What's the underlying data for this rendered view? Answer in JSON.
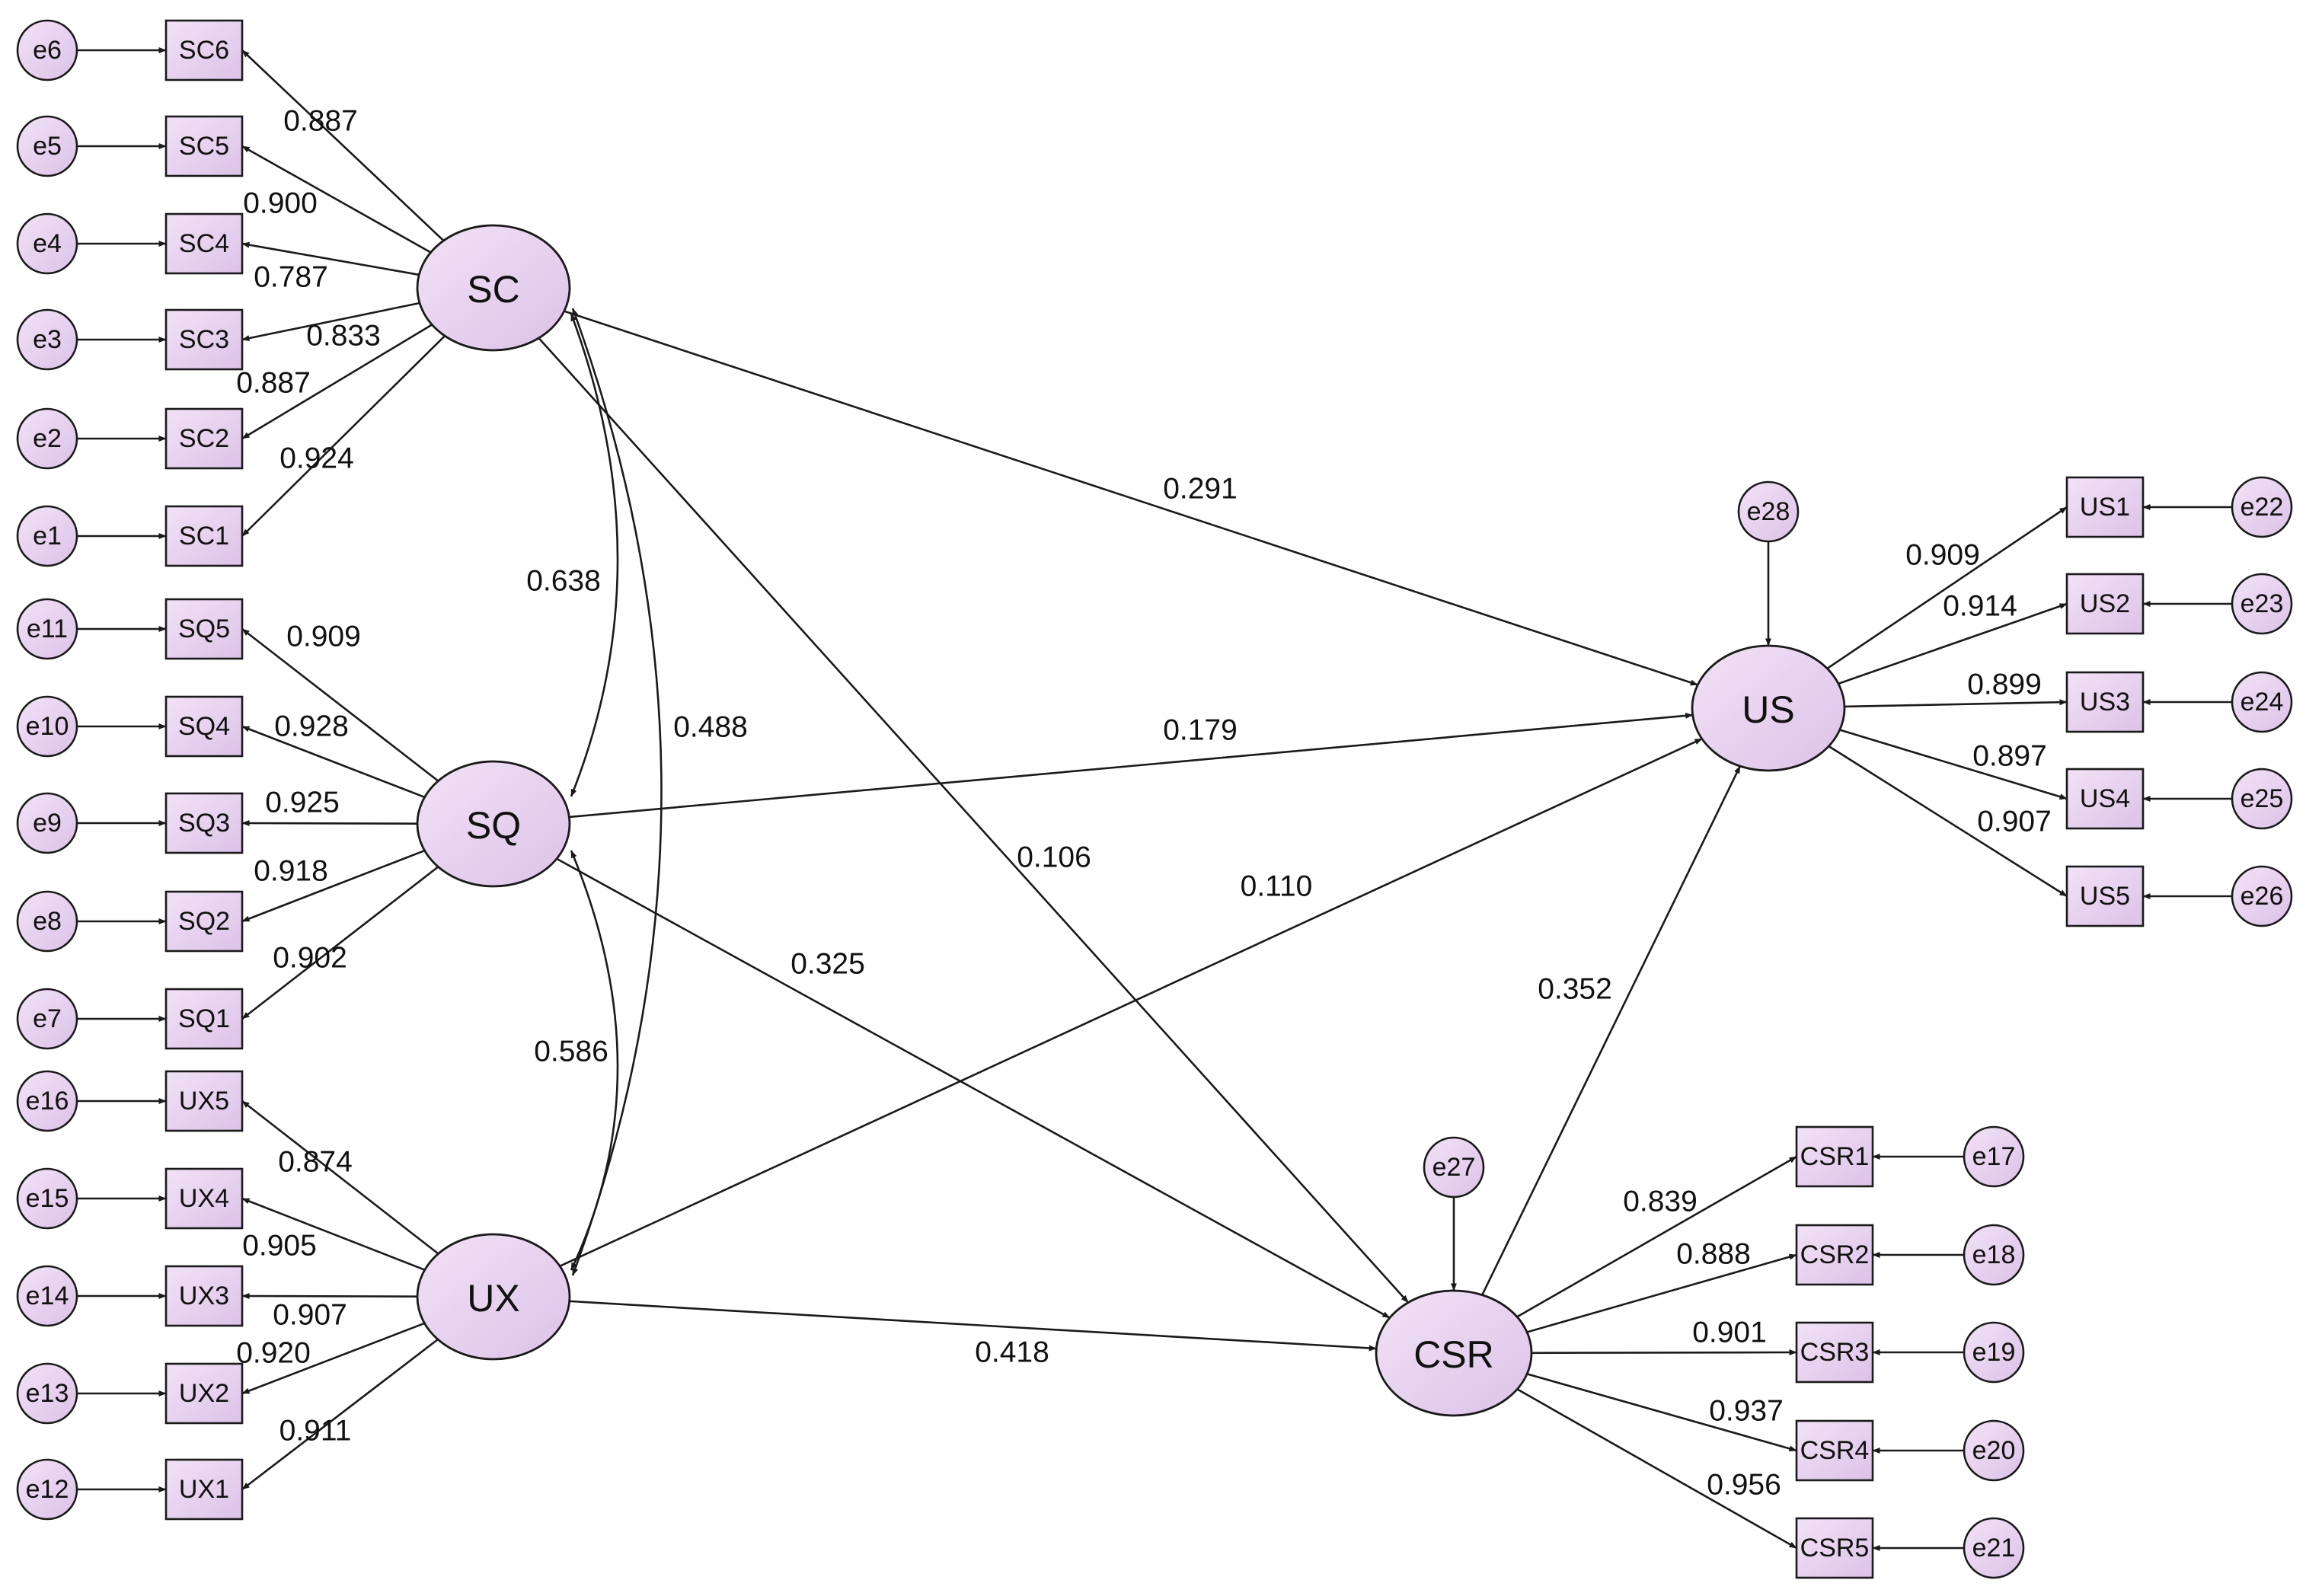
{
  "colors": {
    "node_fill_light": "#f2e2f6",
    "node_fill_dark": "#dcc2e8",
    "stroke": "#1a1a1a",
    "text": "#111111"
  },
  "latents": [
    {
      "id": "SC",
      "label": "SC"
    },
    {
      "id": "SQ",
      "label": "SQ"
    },
    {
      "id": "UX",
      "label": "UX"
    },
    {
      "id": "US",
      "label": "US"
    },
    {
      "id": "CSR",
      "label": "CSR"
    }
  ],
  "indicators": [
    {
      "id": "SC6",
      "label": "SC6",
      "latent": "SC",
      "error": "e6",
      "loading": "0.887"
    },
    {
      "id": "SC5",
      "label": "SC5",
      "latent": "SC",
      "error": "e5",
      "loading": "0.900"
    },
    {
      "id": "SC4",
      "label": "SC4",
      "latent": "SC",
      "error": "e4",
      "loading": "0.787"
    },
    {
      "id": "SC3",
      "label": "SC3",
      "latent": "SC",
      "error": "e3",
      "loading": "0.833"
    },
    {
      "id": "SC2",
      "label": "SC2",
      "latent": "SC",
      "error": "e2",
      "loading": "0.887"
    },
    {
      "id": "SC1",
      "label": "SC1",
      "latent": "SC",
      "error": "e1",
      "loading": "0.924"
    },
    {
      "id": "SQ5",
      "label": "SQ5",
      "latent": "SQ",
      "error": "e11",
      "loading": "0.909"
    },
    {
      "id": "SQ4",
      "label": "SQ4",
      "latent": "SQ",
      "error": "e10",
      "loading": "0.928"
    },
    {
      "id": "SQ3",
      "label": "SQ3",
      "latent": "SQ",
      "error": "e9",
      "loading": "0.925"
    },
    {
      "id": "SQ2",
      "label": "SQ2",
      "latent": "SQ",
      "error": "e8",
      "loading": "0.918"
    },
    {
      "id": "SQ1",
      "label": "SQ1",
      "latent": "SQ",
      "error": "e7",
      "loading": "0.902"
    },
    {
      "id": "UX5",
      "label": "UX5",
      "latent": "UX",
      "error": "e16",
      "loading": "0.874"
    },
    {
      "id": "UX4",
      "label": "UX4",
      "latent": "UX",
      "error": "e15",
      "loading": "0.905"
    },
    {
      "id": "UX3",
      "label": "UX3",
      "latent": "UX",
      "error": "e14",
      "loading": "0.907"
    },
    {
      "id": "UX2",
      "label": "UX2",
      "latent": "UX",
      "error": "e13",
      "loading": "0.920"
    },
    {
      "id": "UX1",
      "label": "UX1",
      "latent": "UX",
      "error": "e12",
      "loading": "0.911"
    },
    {
      "id": "US1",
      "label": "US1",
      "latent": "US",
      "error": "e22",
      "loading": "0.909"
    },
    {
      "id": "US2",
      "label": "US2",
      "latent": "US",
      "error": "e23",
      "loading": "0.914"
    },
    {
      "id": "US3",
      "label": "US3",
      "latent": "US",
      "error": "e24",
      "loading": "0.899"
    },
    {
      "id": "US4",
      "label": "US4",
      "latent": "US",
      "error": "e25",
      "loading": "0.897"
    },
    {
      "id": "US5",
      "label": "US5",
      "latent": "US",
      "error": "e26",
      "loading": "0.907"
    },
    {
      "id": "CSR1",
      "label": "CSR1",
      "latent": "CSR",
      "error": "e17",
      "loading": "0.839"
    },
    {
      "id": "CSR2",
      "label": "CSR2",
      "latent": "CSR",
      "error": "e18",
      "loading": "0.888"
    },
    {
      "id": "CSR3",
      "label": "CSR3",
      "latent": "CSR",
      "error": "e19",
      "loading": "0.901"
    },
    {
      "id": "CSR4",
      "label": "CSR4",
      "latent": "CSR",
      "error": "e20",
      "loading": "0.937"
    },
    {
      "id": "CSR5",
      "label": "CSR5",
      "latent": "CSR",
      "error": "e21",
      "loading": "0.956"
    }
  ],
  "disturbances": [
    {
      "id": "e28",
      "label": "e28",
      "latent": "US"
    },
    {
      "id": "e27",
      "label": "e27",
      "latent": "CSR"
    }
  ],
  "paths": [
    {
      "id": "SC-US",
      "from": "SC",
      "to": "US",
      "coef": "0.291"
    },
    {
      "id": "SQ-US",
      "from": "SQ",
      "to": "US",
      "coef": "0.179"
    },
    {
      "id": "UX-US",
      "from": "UX",
      "to": "US",
      "coef": "0.110"
    },
    {
      "id": "CSR-US",
      "from": "CSR",
      "to": "US",
      "coef": "0.352"
    },
    {
      "id": "SC-CSR",
      "from": "SC",
      "to": "CSR",
      "coef": "0.106"
    },
    {
      "id": "SQ-CSR",
      "from": "SQ",
      "to": "CSR",
      "coef": "0.325"
    },
    {
      "id": "UX-CSR",
      "from": "UX",
      "to": "CSR",
      "coef": "0.418"
    }
  ],
  "covariances": [
    {
      "id": "SC-SQ",
      "a": "SC",
      "b": "SQ",
      "coef": "0.638"
    },
    {
      "id": "SC-UX",
      "a": "SC",
      "b": "UX",
      "coef": "0.488"
    },
    {
      "id": "SQ-UX",
      "a": "SQ",
      "b": "UX",
      "coef": "0.586"
    }
  ]
}
